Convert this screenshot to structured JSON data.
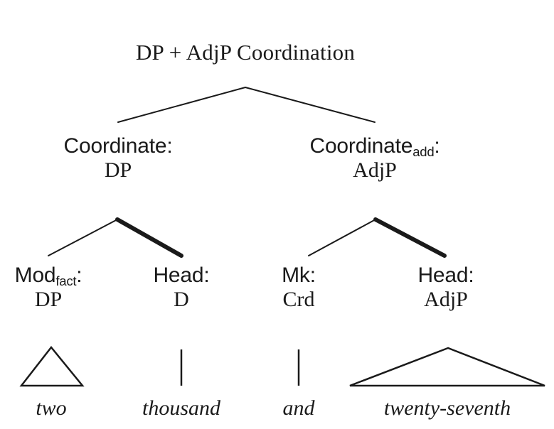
{
  "figure": {
    "title": "DP + AdjP Coordination",
    "background_color": "#ffffff",
    "ink_color": "#1a1a1a"
  },
  "nodes": {
    "root": {
      "label": "DP + AdjP Coordination"
    },
    "coordinate_dp": {
      "function": "Coordinate",
      "subscript": "",
      "colon": ":",
      "category": "DP"
    },
    "coordinate_adjp": {
      "function": "Coordinate",
      "subscript": "add",
      "colon": ":",
      "category": "AdjP"
    },
    "mod_fact": {
      "function": "Mod",
      "subscript": "fact",
      "colon": ":",
      "category": "DP"
    },
    "head_d": {
      "function": "Head",
      "subscript": "",
      "colon": ":",
      "category": "D"
    },
    "mk_crd": {
      "function": "Mk",
      "subscript": "",
      "colon": ":",
      "category": "Crd"
    },
    "head_adjp": {
      "function": "Head",
      "subscript": "",
      "colon": ":",
      "category": "AdjP"
    }
  },
  "terminals": [
    {
      "word": "two"
    },
    {
      "word": "thousand"
    },
    {
      "word": "and"
    },
    {
      "word": "twenty-seventh"
    }
  ],
  "edges": {
    "thin_width": 2,
    "thick_width": 6,
    "head_branches_are_thick": true
  }
}
